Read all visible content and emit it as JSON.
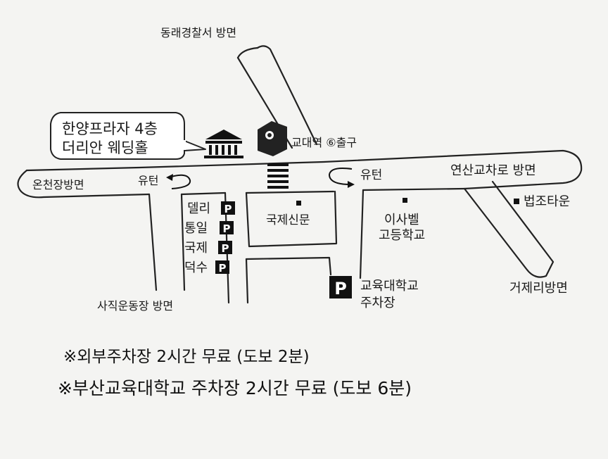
{
  "directions": {
    "north": "동래경찰서 방면",
    "west": "온천장방면",
    "east": "연산교차로 방면",
    "southwest": "사직운동장 방면",
    "southeast": "거제리방면"
  },
  "venue": {
    "line1": "한양프라자 4층",
    "line2": "더리안 웨딩홀"
  },
  "station_exit": "교대역 ⑥출구",
  "uturn_left": "유턴",
  "uturn_right": "유턴",
  "parking_lots": [
    "델리",
    "통일",
    "국제",
    "덕수"
  ],
  "parking_symbol": "P",
  "landmarks": {
    "newspaper": "국제신문",
    "school_line1": "이사벨",
    "school_line2": "고등학교",
    "lawtown": "법조타운",
    "univ_parking_line1": "교육대학교",
    "univ_parking_line2": "주차장"
  },
  "notes": [
    "※외부주차장 2시간 무료 (도보 2분)",
    "※부산교육대학교 주차장 2시간 무료 (도보 6분)"
  ]
}
